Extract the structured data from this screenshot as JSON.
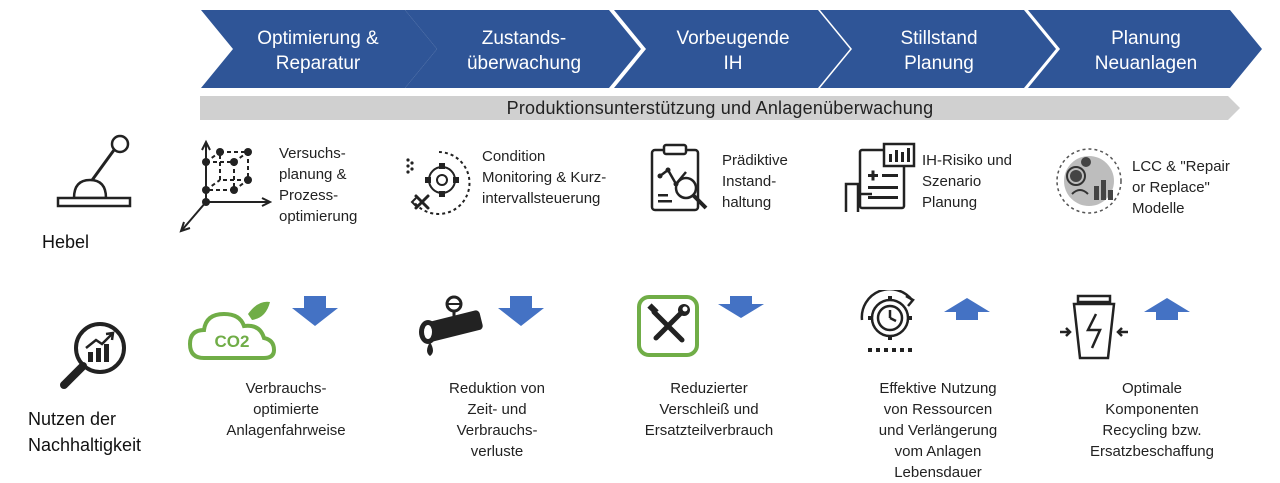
{
  "phases": [
    {
      "label": "Optimierung &\nReparatur"
    },
    {
      "label": "Zustands-\nüberwachung"
    },
    {
      "label": "Vorbeugende\nIH"
    },
    {
      "label": "Stillstand\nPlanung"
    },
    {
      "label": "Planung\nNeuanlagen"
    }
  ],
  "banner": {
    "label": "Produktionsunterstützung und Anlagenüberwachung"
  },
  "rows": {
    "levers_label": "Hebel",
    "benefits_label": "Nutzen der\nNachhaltigkeit"
  },
  "levers": [
    {
      "label": "Versuchs-\nplanung &\nProzess-\noptimierung",
      "icon": "cube-graph-icon"
    },
    {
      "label": "Condition\nMonitoring & Kurz-\nintervallsteuerung",
      "icon": "gear-monitor-icon"
    },
    {
      "label": "Prädiktive\nInstand-\nhaltung",
      "icon": "clipboard-analysis-icon"
    },
    {
      "label": "IH-Risiko und\nSzenario\nPlanung",
      "icon": "risk-report-icon"
    },
    {
      "label": "LCC & \"Repair\nor Replace\"\nModelle",
      "icon": "lifecycle-model-icon"
    }
  ],
  "benefits": [
    {
      "label": "Verbrauchs-\noptimierte\nAnlagenfahrweise",
      "icon": "co2-cloud-icon",
      "arrow": "down",
      "icon_text": "CO2"
    },
    {
      "label": "Reduktion von\nZeit- und\nVerbrauchs-\nverluste",
      "icon": "leaking-pipe-icon",
      "arrow": "down"
    },
    {
      "label": "Reduzierter\nVerschleiß und\nErsatzteilverbrauch",
      "icon": "tools-icon",
      "arrow": "down"
    },
    {
      "label": "Effektive Nutzung\nvon Ressourcen\nund Verlängerung\nvom Anlagen\nLebensdauer",
      "icon": "clock-gear-icon",
      "arrow": "up"
    },
    {
      "label": "Optimale\nKomponenten\nRecycling bzw.\nErsatzbeschaffung",
      "icon": "recycle-bin-icon",
      "arrow": "up"
    }
  ],
  "colors": {
    "chevron": "#2f5597",
    "banner": "#d0d0d0",
    "arrow": "#4472c4",
    "green": "#70ad47",
    "divider": "#6f8fb0"
  }
}
